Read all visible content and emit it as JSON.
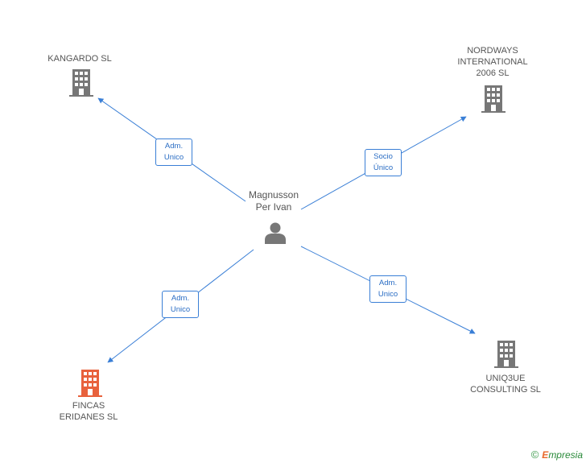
{
  "center": {
    "name_line1": "Magnusson",
    "name_line2": "Per Ivan",
    "icon": "person-icon"
  },
  "companies": [
    {
      "id": "kangardo",
      "lines": [
        "KANGARDO SL"
      ],
      "color": "#777777",
      "icon": "building-icon"
    },
    {
      "id": "nordways",
      "lines": [
        "NORDWAYS",
        "INTERNATIONAL",
        "2006 SL"
      ],
      "color": "#777777",
      "icon": "building-icon"
    },
    {
      "id": "fincas",
      "lines": [
        "FINCAS",
        "ERIDANES SL"
      ],
      "color": "#e8613c",
      "icon": "building-icon"
    },
    {
      "id": "uniq3ue",
      "lines": [
        "UNIQ3UE",
        "CONSULTING SL"
      ],
      "color": "#777777",
      "icon": "building-icon"
    }
  ],
  "relations": [
    {
      "target": "kangardo",
      "label_line1": "Adm.",
      "label_line2": "Unico"
    },
    {
      "target": "nordways",
      "label_line1": "Socio",
      "label_line2": "Único"
    },
    {
      "target": "fincas",
      "label_line1": "Adm.",
      "label_line2": "Unico"
    },
    {
      "target": "uniq3ue",
      "label_line1": "Adm.",
      "label_line2": "Unico"
    }
  ],
  "colors": {
    "edge": "#3a7fd6",
    "person": "#777777"
  },
  "footer": {
    "copyright_symbol": "©",
    "brand_first": "E",
    "brand_rest": "mpresia"
  }
}
